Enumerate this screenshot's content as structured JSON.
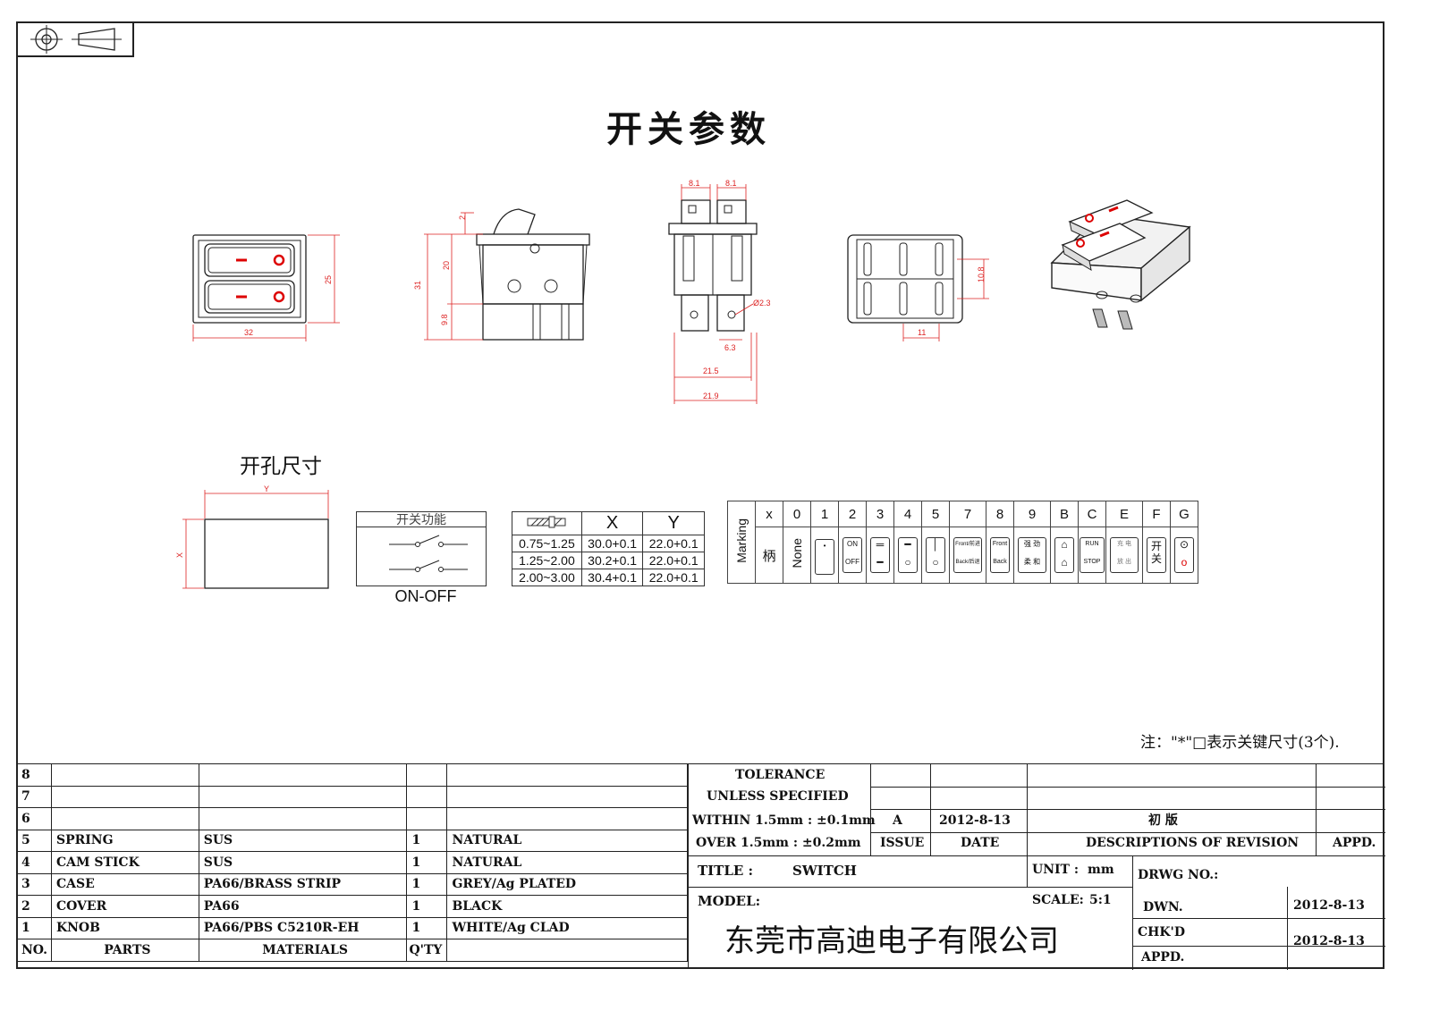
{
  "main_title": "开关参数",
  "cutout_title": "开孔尺寸",
  "dims": {
    "front_h": "25",
    "front_w": "32",
    "side_top": "2",
    "side_20": "20",
    "side_31": "31",
    "side_9_8": "9.8",
    "end_top_1": "8.1",
    "end_top_2": "8.1",
    "end_hole": "Ø2.3",
    "end_6_3": "6.3",
    "end_21_5": "21.5",
    "end_21_9": "21.9",
    "bottom_10_8": "10.8",
    "bottom_11": "11",
    "cutout_x": "X",
    "cutout_y": "Y"
  },
  "function": {
    "title": "开关功能",
    "label": "ON-OFF"
  },
  "panel_table": {
    "headers": [
      "",
      "X",
      "Y"
    ],
    "rows": [
      [
        "0.75~1.25",
        "30.0+0.1",
        "22.0+0.1"
      ],
      [
        "1.25~2.00",
        "30.2+0.1",
        "22.0+0.1"
      ],
      [
        "2.00~3.00",
        "30.4+0.1",
        "22.0+0.1"
      ]
    ]
  },
  "marking": {
    "row_label": "Marking",
    "header_label": "x",
    "codes": [
      "0",
      "1",
      "2",
      "3",
      "4",
      "5",
      "7",
      "8",
      "9",
      "B",
      "C",
      "E",
      "F",
      "G"
    ],
    "handle_label": "柄",
    "none_label": "None",
    "sym_on": "ON",
    "sym_off": "OFF",
    "sym_7_top": "Front/前进",
    "sym_7_bot": "Back/后退",
    "sym_8_top": "Front",
    "sym_8_bot": "Back",
    "sym_9_top": "强 劲",
    "sym_9_bot": "柔 和",
    "sym_c_top": "RUN",
    "sym_c_bot": "STOP",
    "sym_e_top": "充 电",
    "sym_e_bot": "放 出",
    "sym_f_top": "开",
    "sym_f_bot": "关"
  },
  "note": "注：\"*\"□表示关键尺寸(3个).",
  "bom": {
    "rows": [
      {
        "no": "8",
        "part": "",
        "mat": "",
        "qty": "",
        "finish": ""
      },
      {
        "no": "7",
        "part": "",
        "mat": "",
        "qty": "",
        "finish": ""
      },
      {
        "no": "6",
        "part": "",
        "mat": "",
        "qty": "",
        "finish": ""
      },
      {
        "no": "5",
        "part": "SPRING",
        "mat": "SUS",
        "qty": "1",
        "finish": "NATURAL"
      },
      {
        "no": "4",
        "part": "CAM STICK",
        "mat": "SUS",
        "qty": "1",
        "finish": "NATURAL"
      },
      {
        "no": "3",
        "part": "CASE",
        "mat": "PA66/BRASS STRIP",
        "qty": "1",
        "finish": "GREY/Ag PLATED"
      },
      {
        "no": "2",
        "part": "COVER",
        "mat": "PA66",
        "qty": "1",
        "finish": "BLACK"
      },
      {
        "no": "1",
        "part": "KNOB",
        "mat": "PA66/PBS C5210R-EH",
        "qty": "1",
        "finish": "WHITE/Ag CLAD"
      }
    ],
    "footer": {
      "no": "NO.",
      "part": "PARTS",
      "mat": "MATERIALS",
      "qty": "Q'TY"
    }
  },
  "title_block": {
    "tol_1": "TOLERANCE",
    "tol_2": "UNLESS  SPECIFIED",
    "tol_3": "WITHIN 1.5mm : ±0.1mm",
    "tol_4": "OVER 1.5mm : ±0.2mm",
    "issue_val": "A",
    "date_val": "2012-8-13",
    "desc_val": "初  版",
    "issue_label": "ISSUE",
    "date_label": "DATE",
    "desc_label": "DESCRIPTIONS OF REVISION",
    "appd_label": "APPD.",
    "title_label": "TITLE :",
    "title_val": "SWITCH",
    "unit_label": "UNIT :",
    "unit_val": "mm",
    "drwg_label": "DRWG NO.:",
    "model_label": "MODEL:",
    "scale_label": "SCALE:",
    "scale_val": "5:1",
    "dwn_label": "DWN.",
    "dwn_date": "2012-8-13",
    "chkd_label": "CHK'D",
    "chkd_date": "2012-8-13",
    "appd2_label": "APPD.",
    "company": "东莞市高迪电子有限公司"
  }
}
